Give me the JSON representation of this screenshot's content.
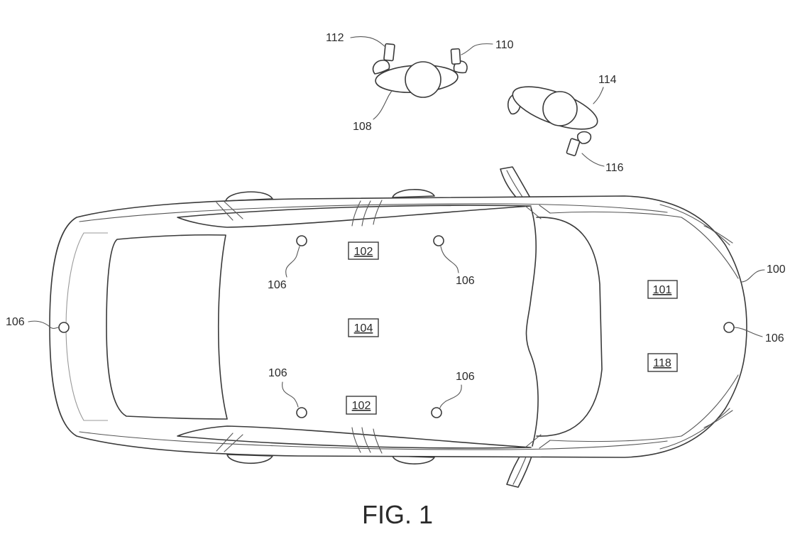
{
  "labels": {
    "car": "100",
    "hood_box_upper": "101",
    "hood_box_lower": "118",
    "roof_box_top": "102",
    "roof_box_bottom": "102",
    "roof_box_center": "104",
    "sensor_left": "106",
    "sensor_top_left": "106",
    "sensor_top_right": "106",
    "sensor_bottom_left": "106",
    "sensor_bottom_right": "106",
    "sensor_right": "106",
    "person_a": "108",
    "person_a_device_right": "110",
    "person_a_device_left": "112",
    "person_b": "114",
    "person_b_device": "116"
  },
  "caption": "FIG. 1"
}
